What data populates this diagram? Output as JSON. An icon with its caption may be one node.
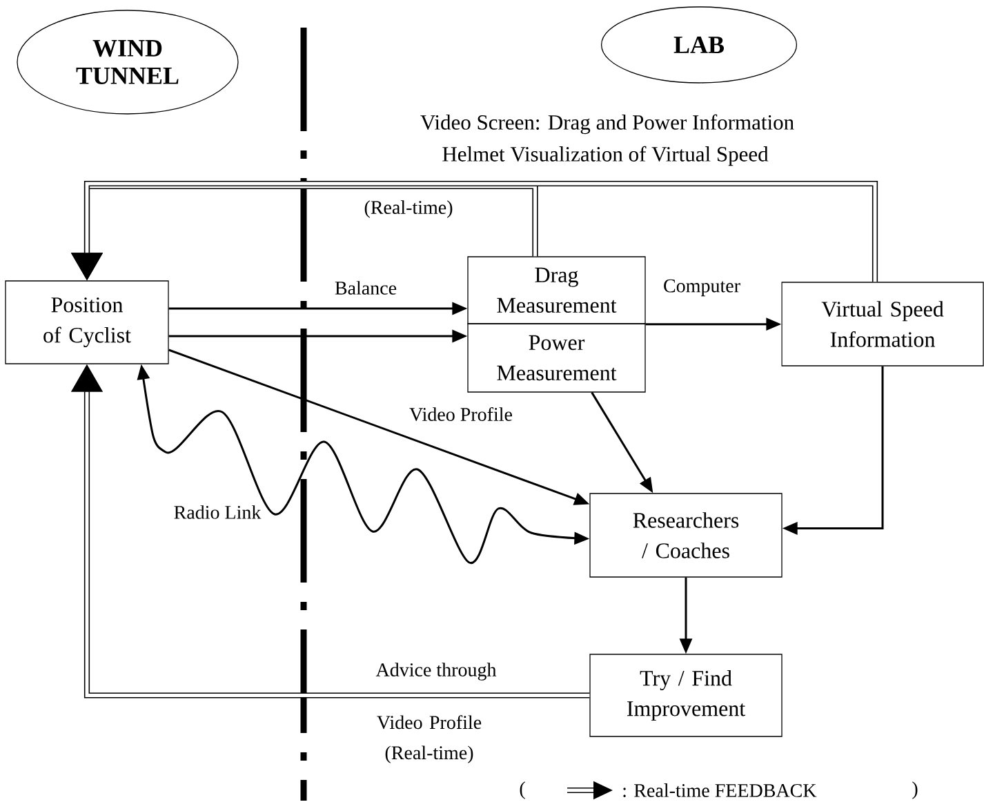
{
  "diagram": {
    "nodes": [
      {
        "text": [
          "WIND TUNNEL"
        ]
      },
      {
        "text": [
          "LAB"
        ]
      },
      {
        "text": [
          "Position of Cyclist"
        ]
      },
      {
        "text": [
          "Drag Measurement"
        ]
      },
      {
        "text": [
          "Power Measurement"
        ]
      },
      {
        "text": [
          "Virtual Speed Information"
        ]
      },
      {
        "text": [
          "Researchers / Coaches"
        ]
      },
      {
        "text": [
          "Try / Find Improvement"
        ]
      }
    ],
    "edges": [
      {
        "from": 3,
        "to": 2,
        "arrow": "to",
        "style": "thick",
        "label": "(Real-time)"
      },
      {
        "from": 5,
        "to": 2,
        "arrow": "to",
        "style": "thick"
      },
      {
        "from": 2,
        "to": 3,
        "arrow": "to",
        "label": "Balance"
      },
      {
        "from": 2,
        "to": 4,
        "arrow": "to"
      },
      {
        "from": 2,
        "to": 6,
        "arrow": "to",
        "label": "Video Profile"
      },
      {
        "from": 2,
        "to": 6,
        "arrow": "both",
        "label": "Radio Link"
      },
      {
        "from": 3,
        "to": 5,
        "arrow": "to",
        "label": "Computer"
      },
      {
        "from": 4,
        "to": 6,
        "arrow": "to"
      },
      {
        "from": 5,
        "to": 6,
        "arrow": "to"
      },
      {
        "from": 6,
        "to": 7,
        "arrow": "to"
      },
      {
        "from": 7,
        "to": 2,
        "arrow": "to",
        "style": "thick",
        "label": "Advice through"
      }
    ],
    "labels": [
      "Video Screen: Drag and Power Information",
      "Helmet Visualization of Virtual Speed",
      "Video Profile (Real-time)",
      "(",
      ")"
    ],
    "legend": [
      {
        "text": ": Real-time FEEDBACK"
      }
    ]
  }
}
